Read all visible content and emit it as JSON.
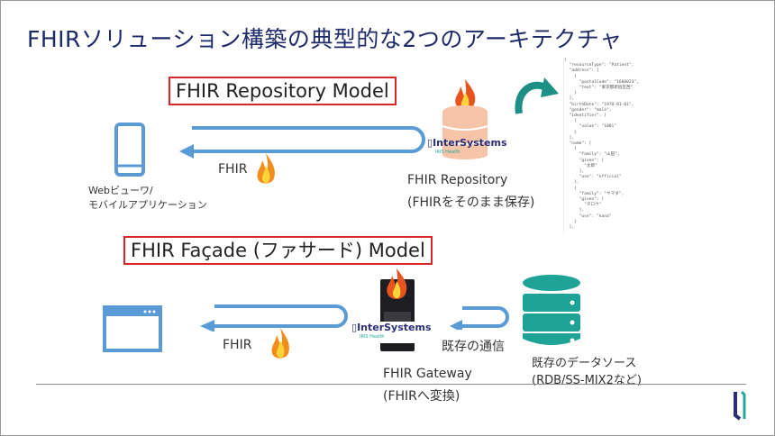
{
  "title": "FHIRソリューション構築の典型的な2つのアーキテクチャ",
  "repository_model": {
    "heading": "FHIR Repository Model",
    "client_label_1": "Webビューワ/",
    "client_label_2": "モバイルアプリケーション",
    "flow_label": "FHIR",
    "server_label_1": "FHIR Repository",
    "server_label_2": "(FHIRをそのまま保存)",
    "logo_text": "InterSystems",
    "logo_sub": "IRIS Health",
    "json_sample": [
      "{",
      "  \"resourceType\": \"Patient\",",
      "  \"address\": [",
      "    {",
      "      \"postalCode\": \"1600023\",",
      "      \"text\": \"東京都新宿区西\"",
      "    }",
      "  ],",
      "  \"birthDate\": \"1970-01-01\",",
      "  \"gender\": \"male\",",
      "  \"identifier\": [",
      "    {",
      "      \"value\": \"1001\"",
      "    }",
      "  ],",
      "  \"name\": [",
      "    {",
      "      \"family\": \"山田\",",
      "      \"given\": [",
      "        \"太郎\"",
      "      ],",
      "      \"use\": \"official\"",
      "    },",
      "    {",
      "      \"family\": \"ヤマダ\",",
      "      \"given\": [",
      "        \"タロウ\"",
      "      ],",
      "      \"use\": \"kana\"",
      "    }",
      "  ],"
    ]
  },
  "facade_model": {
    "heading": "FHIR Façade (ファサード) Model",
    "flow_label": "FHIR",
    "gateway_label_1": "FHIR Gateway",
    "gateway_label_2": "(FHIRへ変換)",
    "legacy_flow_label": "既存の通信",
    "datasource_label_1": "既存のデータソース",
    "datasource_label_2": "(RDB/SS-MIX2など)",
    "logo_text": "InterSystems",
    "logo_sub": "IRIS Health"
  },
  "colors": {
    "title": "#1f2a6b",
    "arrow": "#5b9bd5",
    "teal": "#1fa396",
    "box": "#d9262b",
    "peach": "#f6c4a8"
  }
}
